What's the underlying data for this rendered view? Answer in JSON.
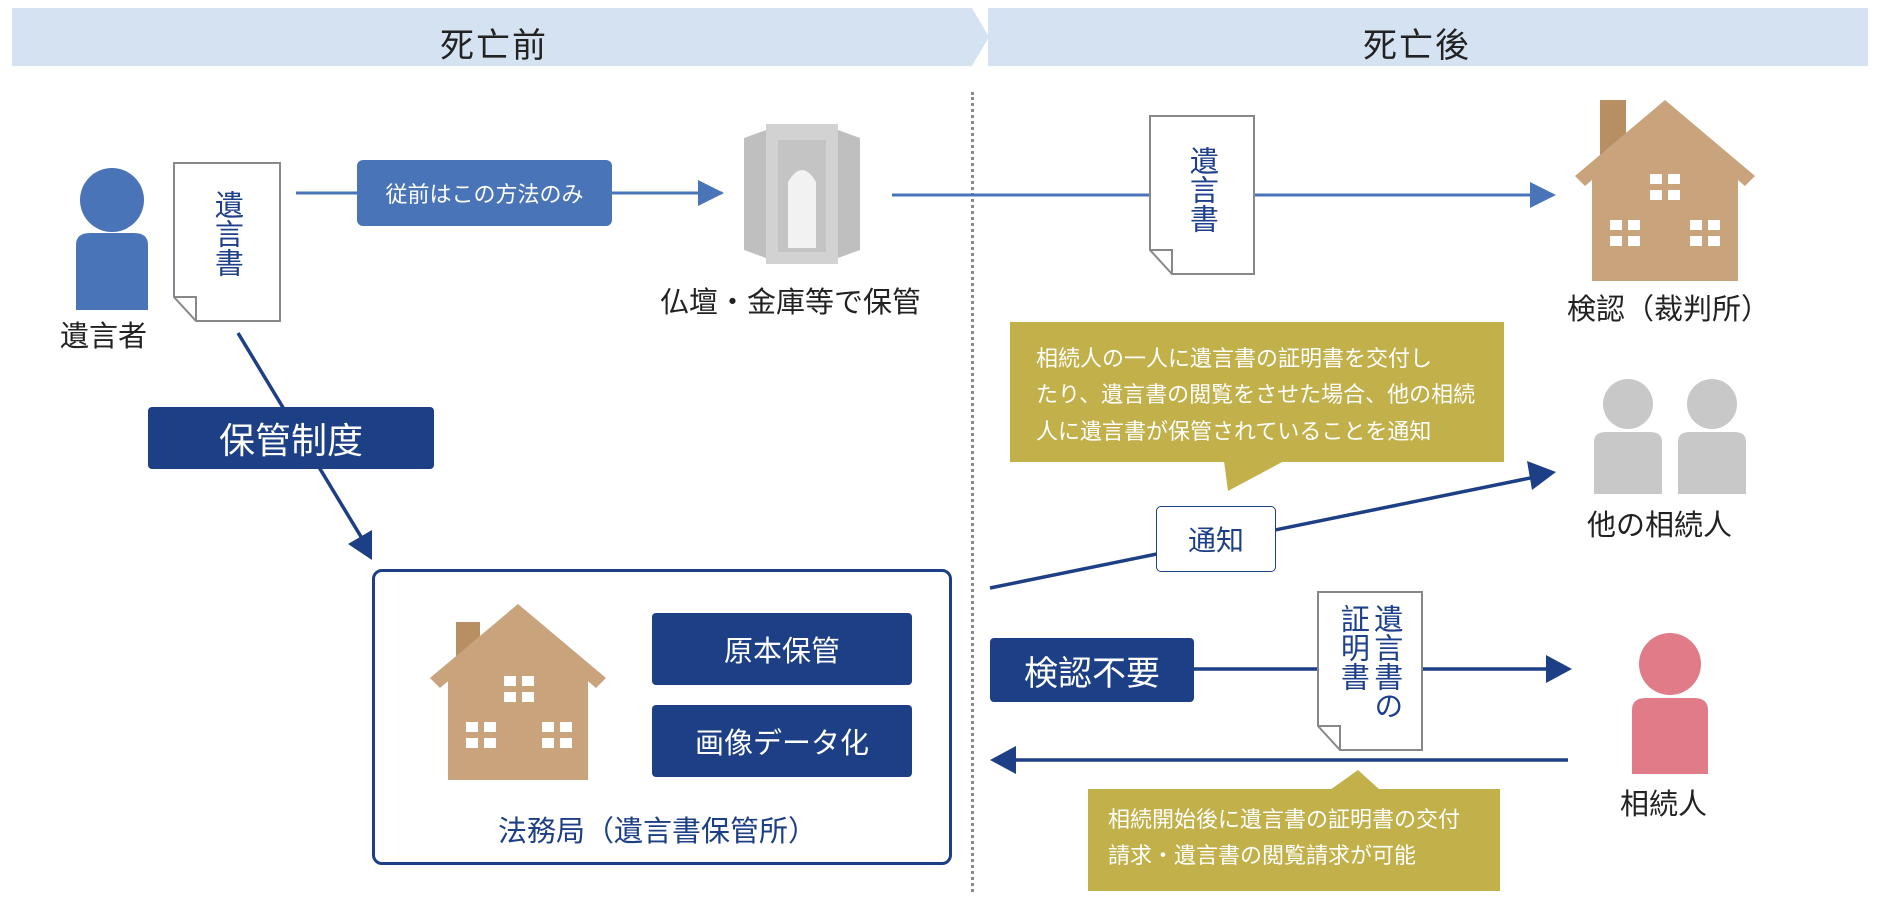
{
  "headers": {
    "before": "死亡前",
    "after": "死亡後"
  },
  "will_doc": "遺言書",
  "testator_label": "遺言者",
  "tag_conventional": "従前はこの方法のみ",
  "altar_label": "仏壇・金庫等で保管",
  "court_label": "検認（裁判所）",
  "system_label": "保管制度",
  "callout_top": [
    "相続人の一人に遺言書の証明書を交付し",
    "たり、遺言書の閲覧をさせた場合、他の相続",
    "人に遺言書が保管されていることを通知"
  ],
  "notify_label": "通知",
  "other_heirs_label": "他の相続人",
  "bureau_box1": "原本保管",
  "bureau_box2": "画像データ化",
  "bureau_label": "法務局（遺言書保管所）",
  "no_probate_label": "検認不要",
  "certificate_doc": "遺言書の証明書",
  "heir_label": "相続人",
  "callout_bottom": [
    "相続開始後に遺言書の証明書の交付",
    "請求・遺言書の閲覧請求が可能"
  ],
  "colors": {
    "band": "#d5e2f1",
    "arrow_blue": "#4a74b8",
    "navy": "#1d3f85",
    "olive": "#c2b04a",
    "person_blue": "#4a74b8",
    "person_gray": "#c8c8c8",
    "person_pink": "#e07c87",
    "house": "#c8a37c"
  }
}
